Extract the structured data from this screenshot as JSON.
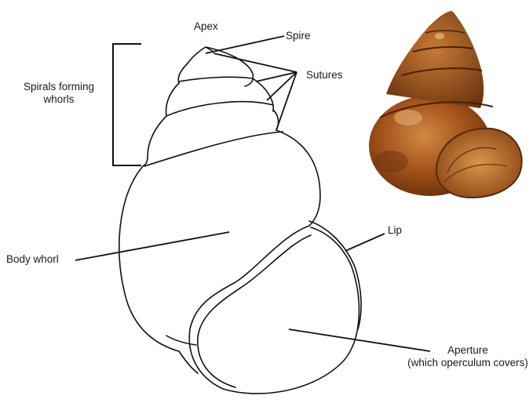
{
  "labels": {
    "apex": "Apex",
    "spire": "Spire",
    "sutures": "Sutures",
    "spirals_line1": "Spirals forming",
    "spirals_line2": "whorls",
    "lip": "Lip",
    "body_whorl": "Body whorl",
    "aperture_line1": "Aperture",
    "aperture_line2": "(which operculum covers)"
  },
  "colors": {
    "line": "#111111",
    "shell_dark": "#5a2a0a",
    "shell_mid": "#a8561c",
    "shell_light": "#d9954a"
  }
}
